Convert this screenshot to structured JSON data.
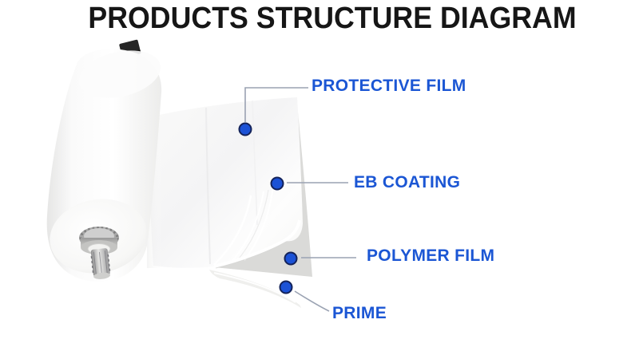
{
  "title": "PRODUCTS STRUCTURE DIAGRAM",
  "diagram": {
    "description": "Exploded view of a white film roll peeling into four labeled layers",
    "labels": [
      {
        "id": "protective-film",
        "text": "PROTECTIVE FILM"
      },
      {
        "id": "eb-coating",
        "text": "EB COATING"
      },
      {
        "id": "polymer-film",
        "text": "POLYMER FILM"
      },
      {
        "id": "prime",
        "text": "PRIME"
      }
    ],
    "icons": [
      {
        "name": "layer-marker-dot",
        "count": 4,
        "shape": "filled-circle"
      }
    ]
  },
  "colors": {
    "background": "#ffffff",
    "title_black": "#161616",
    "label_blue": "#1b56d4",
    "dot_blue": "#1c52d6",
    "dot_ring": "#14235a",
    "connector_gray": "#9aa2b2",
    "underlayer_gray": "#dadad8",
    "film_white": "#fbfbfa"
  }
}
